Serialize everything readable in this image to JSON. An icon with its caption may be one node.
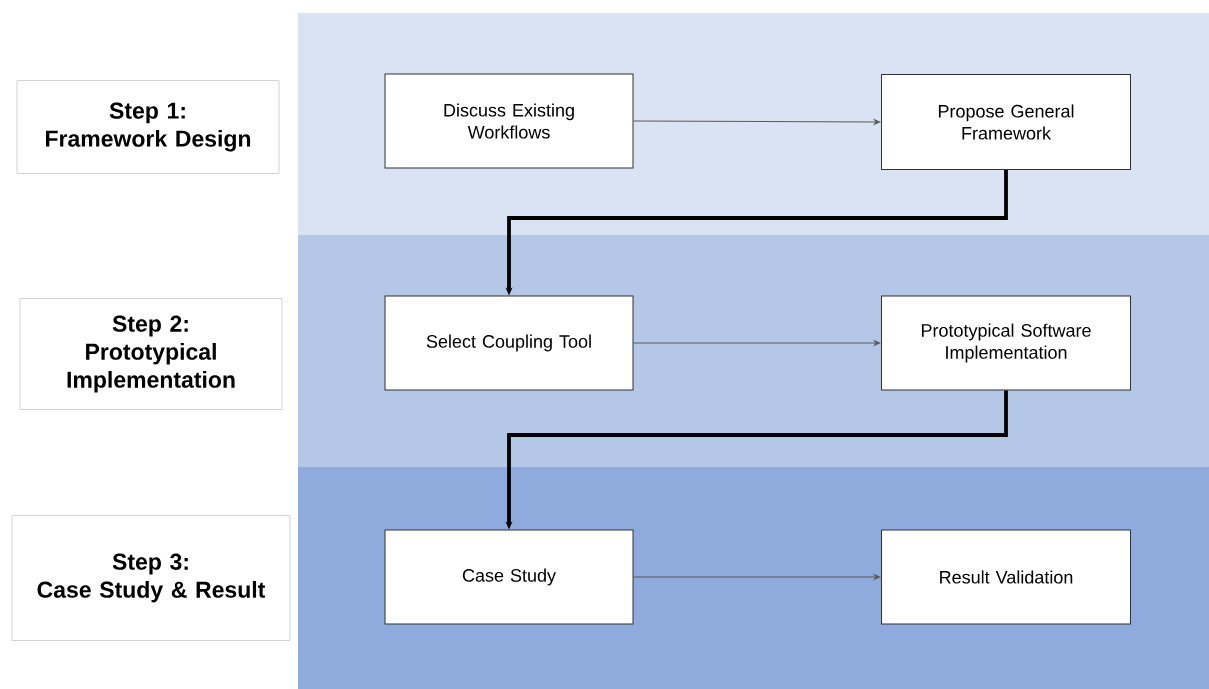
{
  "diagram": {
    "nodes": [
      {
        "text": [
          "Step 1:",
          "Framework Design"
        ]
      },
      {
        "text": [],
        "shape": "band"
      },
      {
        "text": [
          "Discuss Existing Workflows"
        ],
        "in": 1
      },
      {
        "text": [
          "Propose General Framework"
        ],
        "in": 1
      },
      {
        "text": [
          "Step 2:",
          "Prototypical Implementation"
        ]
      },
      {
        "text": [],
        "shape": "band"
      },
      {
        "text": [
          "Select Coupling Tool"
        ],
        "in": 5
      },
      {
        "text": [
          "Prototypical Software Implementation"
        ],
        "in": 5
      },
      {
        "text": [
          "Step 3:",
          "Case Study & Result"
        ]
      },
      {
        "text": [],
        "shape": "band"
      },
      {
        "text": [
          "Case Study"
        ],
        "in": 9
      },
      {
        "text": [
          "Result Validation"
        ],
        "in": 9
      }
    ],
    "edges": [
      {
        "from": 2,
        "to": 3,
        "arrow": "to"
      },
      {
        "from": 3,
        "to": 6,
        "arrow": "to",
        "style": "thick",
        "color": "#000000"
      },
      {
        "from": 6,
        "to": 7,
        "arrow": "to"
      },
      {
        "from": 7,
        "to": 10,
        "arrow": "to",
        "style": "thick",
        "color": "#000000"
      },
      {
        "from": 10,
        "to": 11,
        "arrow": "to"
      }
    ]
  }
}
